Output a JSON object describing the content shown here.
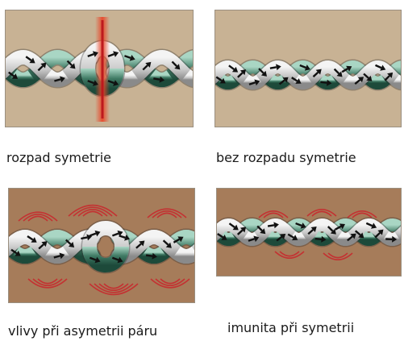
{
  "panels": [
    {
      "caption": "rozpad symetrie",
      "background": "#c8b294",
      "variant": "break"
    },
    {
      "caption": "bez rozpadu symetrie",
      "background": "#c8b294",
      "variant": "plain"
    },
    {
      "caption": "vlivy při asymetrii páru",
      "background": "#a67c5a",
      "variant": "asym"
    },
    {
      "caption": "imunita při symetrii",
      "background": "#a67c5a",
      "variant": "sym"
    }
  ],
  "colors": {
    "strand_green": "#3f7a64",
    "strand_green_light": "#a9d6c4",
    "strand_white": "#c8c8c8",
    "strand_white_light": "#f4f4f4",
    "arrow": "#111111",
    "ripple": "#c8262c",
    "flare": "#e8472a"
  },
  "icons": {
    "arrow": "arrow-icon",
    "ripple": "ripple-icon",
    "flare": "flare-icon"
  }
}
